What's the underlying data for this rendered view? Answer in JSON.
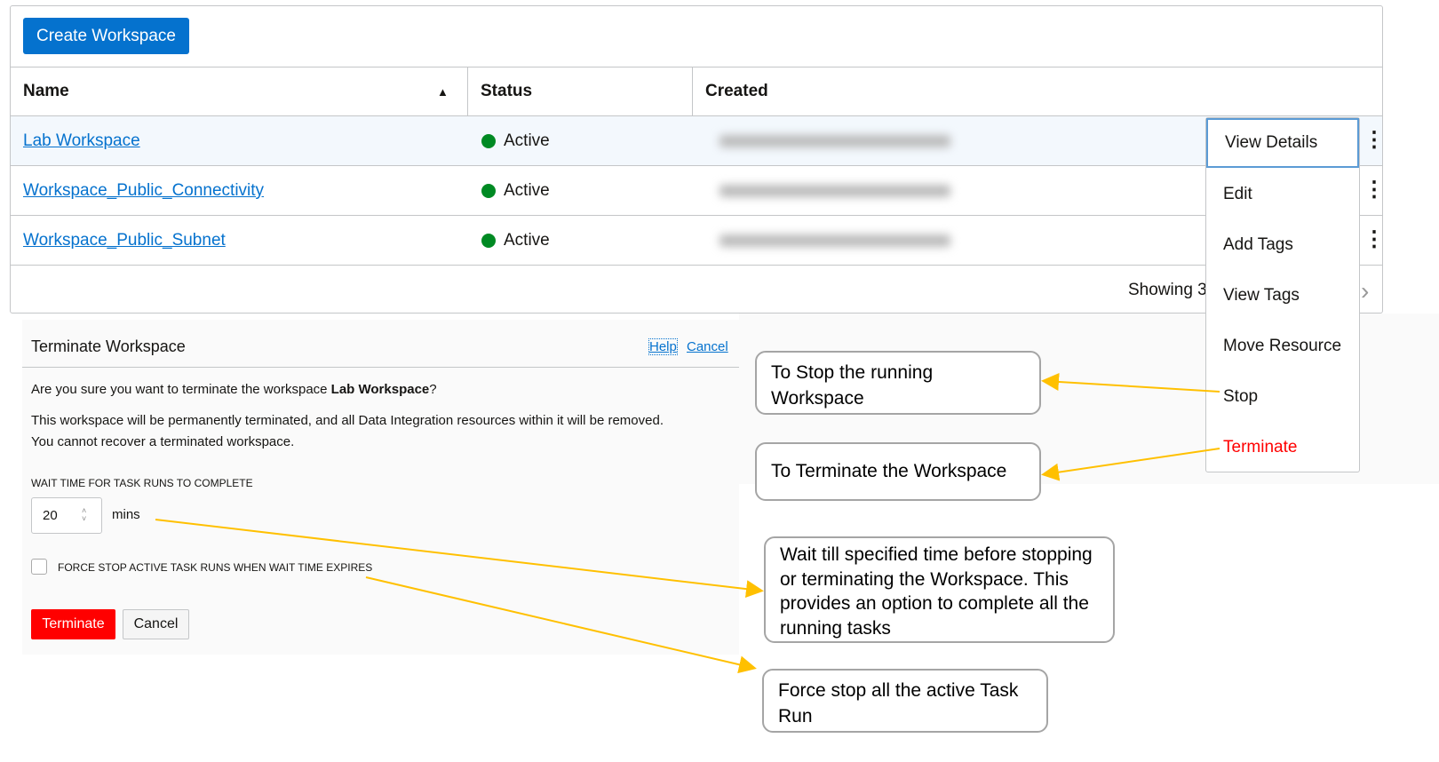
{
  "toolbar": {
    "create_label": "Create Workspace"
  },
  "table": {
    "columns": [
      "Name",
      "Status",
      "Created"
    ],
    "rows": [
      {
        "name": "Lab Workspace",
        "status": "Active"
      },
      {
        "name": "Workspace_Public_Connectivity",
        "status": "Active"
      },
      {
        "name": "Workspace_Public_Subnet",
        "status": "Active"
      }
    ],
    "footer": "Showing 3"
  },
  "menu": {
    "items": [
      "View Details",
      "Edit",
      "Add Tags",
      "View Tags",
      "Move Resource",
      "Stop",
      "Terminate"
    ]
  },
  "dialog": {
    "title": "Terminate Workspace",
    "help": "Help",
    "cancel_link": "Cancel",
    "question_pre": "Are you sure you want to terminate the workspace ",
    "question_name": "Lab Workspace",
    "question_post": "?",
    "warning1": "This workspace will be permanently terminated, and all Data Integration resources within it will be removed.",
    "warning2": "You cannot recover a terminated workspace.",
    "wait_label": "WAIT TIME FOR TASK RUNS TO COMPLETE",
    "wait_value": "20",
    "wait_unit": "mins",
    "force_label": "FORCE STOP ACTIVE TASK RUNS WHEN WAIT TIME EXPIRES",
    "terminate_button": "Terminate",
    "cancel_button": "Cancel"
  },
  "callouts": {
    "stop": "To Stop the running Workspace",
    "terminate": "To Terminate the Workspace",
    "wait": "Wait till specified time before stopping or terminating the Workspace. This provides an option to complete all the running tasks",
    "force": "Force stop all the active Task Run"
  },
  "colors": {
    "accent": "#0572ce",
    "danger": "#ff0000",
    "active": "#008a23",
    "arrow": "#ffc000"
  }
}
